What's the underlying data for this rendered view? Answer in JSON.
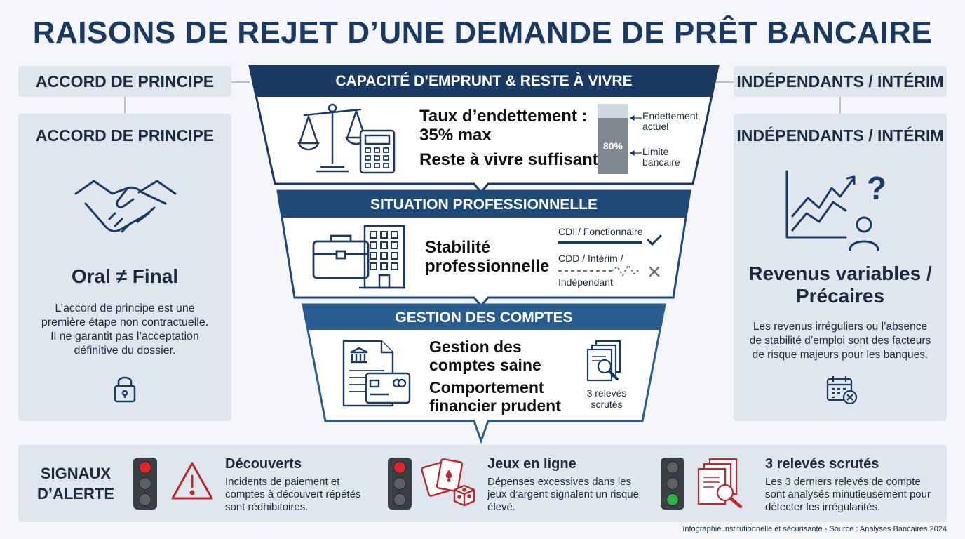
{
  "title": "RAISONS DE REJET D’UNE DEMANDE DE PRÊT BANCAIRE",
  "left": {
    "head": "ACCORD DE PRINCIPE",
    "panel_title": "ACCORD DE PRINCIPE",
    "label": "Oral ≠ Final",
    "text": [
      "L’accord de principe est une",
      "première étape non contractuelle.",
      "Il ne garantit pas l’acceptation",
      "définitive du dossier."
    ],
    "icons": [
      "handshake-icon",
      "lock-icon"
    ]
  },
  "right": {
    "head": "INDÉPENDANTS / INTÉRIM",
    "panel_title": "INDÉPENDANTS / INTÉRIM",
    "label": [
      "Revenus variables /",
      "Précaires"
    ],
    "text": [
      "Les revenus irréguliers ou l’absence",
      "de stabilité d’emploi sont des facteurs",
      "de risque majeurs pour les banques."
    ],
    "icons": [
      "income-chart-question-icon",
      "calendar-cancel-icon"
    ]
  },
  "funnel": {
    "band1": {
      "title": "CAPACITÉ D’EMPRUNT & RESTE À VIVRE",
      "line1": "Taux d’endettement :",
      "line2": "35% max",
      "line3": "Reste à vivre suffisant",
      "gauge_value": "80%",
      "gauge_fill_fraction": 0.8,
      "legend_top": [
        "Endettement",
        "actuel"
      ],
      "legend_bottom": [
        "Limite",
        "bancaire"
      ],
      "icons": [
        "scale-icon",
        "calculator-icon"
      ]
    },
    "band2": {
      "title": "SITUATION PROFESSIONNELLE",
      "line1": "Stabilité",
      "line2": "professionnelle",
      "status_ok": "CDI / Fonctionnaire",
      "status_risk_1": "CDD / Intérim /",
      "status_risk_2": "Indépendant",
      "icons": [
        "briefcase-icon",
        "office-building-icon",
        "check-icon",
        "cross-icon"
      ]
    },
    "band3": {
      "title": "GESTION DES COMPTES",
      "line1": "Gestion des",
      "line2": "comptes saine",
      "line3": "Comportement",
      "line4": "financier prudent",
      "side_1": "3 relevés",
      "side_2": "scrutés",
      "icons": [
        "bank-statement-icon",
        "credit-card-icon",
        "document-search-icon"
      ]
    }
  },
  "signals": {
    "title_1": "SIGNAUX",
    "title_2": "D’ALERTE",
    "items": [
      {
        "title": "Découverts",
        "lines": [
          "Incidents de paiement et",
          "comptes à découvert répétés",
          "sont rédhibitoires."
        ],
        "light": "red",
        "icon": "warning-icon"
      },
      {
        "title": "Jeux en ligne",
        "lines": [
          "Dépenses excessives dans les",
          "jeux d’argent signalent un risque",
          "élevé."
        ],
        "light": "red",
        "icon": "gambling-cards-dice-icon"
      },
      {
        "title": "3 relevés scrutés",
        "lines": [
          "Les 3 derniers relevés de compte",
          "sont analysés minutieusement pour",
          "détecter les irrégularités."
        ],
        "light": "green",
        "icon": "documents-magnifier-icon"
      }
    ]
  },
  "footer": "Infographie institutionnelle et sécurisante - Source : Analyses Bancaires 2024",
  "colors": {
    "navy": "#1b3a63",
    "blue": "#2a5d8f",
    "panel": "#dfe6ee",
    "red": "#c0272d",
    "green": "#2eb04a"
  }
}
